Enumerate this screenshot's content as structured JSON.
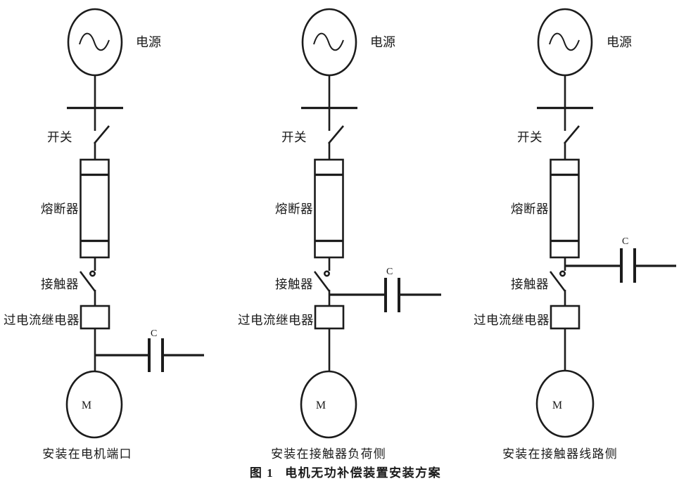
{
  "figure": {
    "caption_prefix": "图 1",
    "caption_title": "电机无功补偿装置安装方案"
  },
  "colors": {
    "line": "#1c1c1c",
    "text": "#1a1a1a",
    "background": "#ffffff"
  },
  "circuits": [
    {
      "caption": "安装在电机端口",
      "labels": {
        "power": "电源",
        "switch": "开关",
        "fuse": "熔断器",
        "contactor": "接触器",
        "relay": "过电流继电器",
        "capacitor": "C",
        "motor": "M"
      }
    },
    {
      "caption": "安装在接触器负荷侧",
      "labels": {
        "power": "电源",
        "switch": "开关",
        "fuse": "熔断器",
        "contactor": "接触器",
        "relay": "过电流继电器",
        "capacitor": "C",
        "motor": "M"
      }
    },
    {
      "caption": "安装在接触器线路侧",
      "labels": {
        "power": "电源",
        "switch": "开关",
        "fuse": "熔断器",
        "contactor": "接触器",
        "relay": "过电流继电器",
        "capacitor": "C",
        "motor": "M"
      }
    }
  ]
}
